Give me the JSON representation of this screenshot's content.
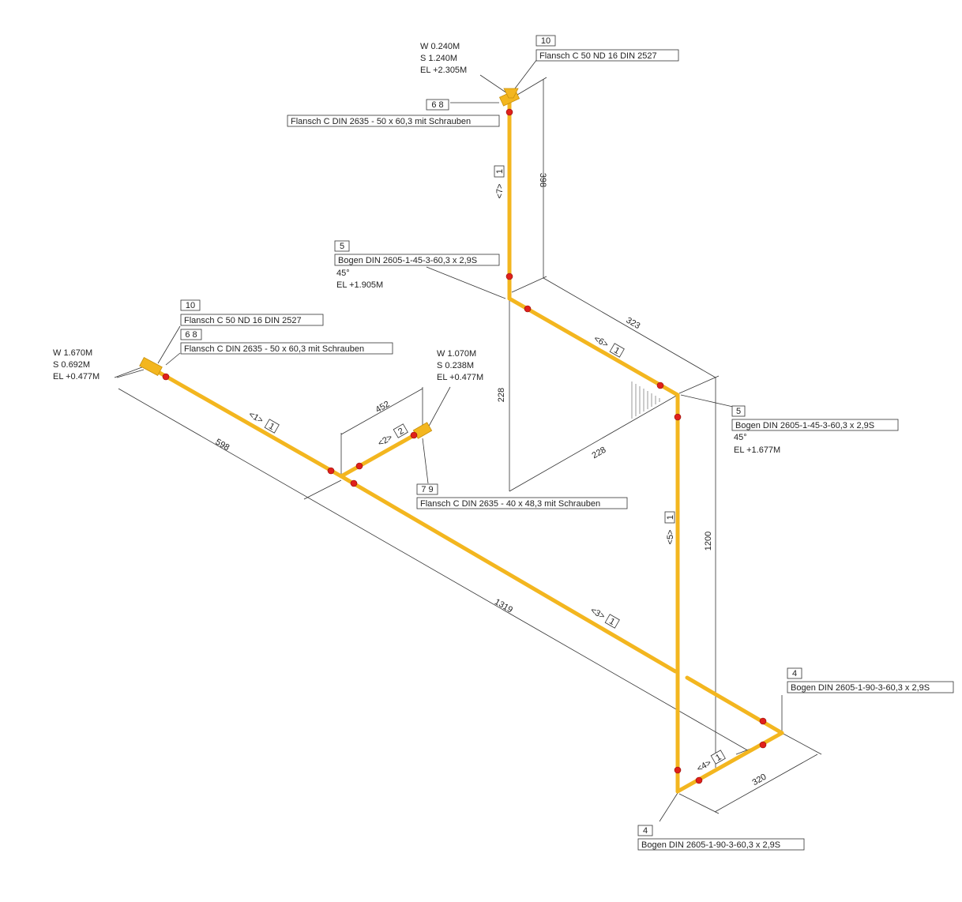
{
  "dimensions": {
    "d398": "398",
    "d323": "323",
    "d228_vertical": "228",
    "d228_diagonal": "228",
    "d452": "452",
    "d598": "598",
    "d1319": "1319",
    "d1200": "1200",
    "d320": "320"
  },
  "segments": {
    "seg1": {
      "tag": "<1>",
      "num": "1"
    },
    "seg2": {
      "tag": "<2>",
      "num": "2"
    },
    "seg3": {
      "tag": "<3>",
      "num": "1"
    },
    "seg4": {
      "tag": "<4>",
      "num": "1"
    },
    "seg5": {
      "tag": "<5>",
      "num": "1"
    },
    "seg6": {
      "tag": "<6>",
      "num": "1"
    },
    "seg7": {
      "tag": "<7>",
      "num": "1"
    }
  },
  "callouts": {
    "top_flange": {
      "pos": "10",
      "text": "Flansch C 50  ND 16 DIN 2527"
    },
    "top_bolt": {
      "pos": "6 8",
      "text": "Flansch C DIN 2635 - 50 x 60,3 mit Schrauben"
    },
    "top_coords": [
      "W 0.240M",
      "S 1.240M",
      "EL +2.305M"
    ],
    "upper_bend": {
      "pos": "5",
      "text": "Bogen DIN 2605-1-45-3-60,3 x 2,9S",
      "angle": "45°",
      "el": "EL +1.905M"
    },
    "left_flange": {
      "pos": "10",
      "text": "Flansch C 50  ND 16 DIN 2527"
    },
    "left_bolt": {
      "pos": "6 8",
      "text": "Flansch C DIN 2635 - 50 x 60,3 mit Schrauben"
    },
    "left_coords": [
      "W 1.670M",
      "S 0.692M",
      "EL +0.477M"
    ],
    "branch_coords": [
      "W 1.070M",
      "S 0.238M",
      "EL +0.477M"
    ],
    "branch_flange": {
      "pos": "7 9",
      "text": "Flansch C DIN 2635 - 40 x 48,3 mit Schrauben"
    },
    "right_bend": {
      "pos": "5",
      "text": "Bogen DIN 2605-1-45-3-60,3 x 2,9S",
      "angle": "45°",
      "el": "EL +1.677M"
    },
    "elbow_right": {
      "pos": "4",
      "text": "Bogen DIN 2605-1-90-3-60,3 x 2,9S"
    },
    "elbow_bottom": {
      "pos": "4",
      "text": "Bogen DIN 2605-1-90-3-60,3 x 2,9S"
    }
  },
  "colors": {
    "pipe": "#f3b61f",
    "weld": "#e0201b",
    "lines": "#333333"
  }
}
